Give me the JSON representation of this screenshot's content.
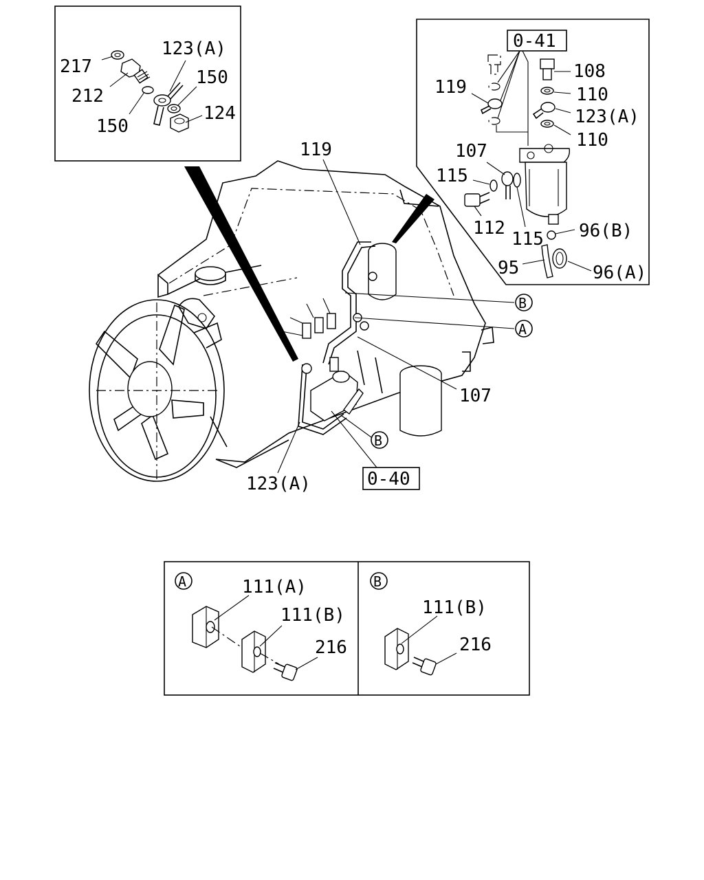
{
  "callouts": {
    "c217": "217",
    "c212": "212",
    "c123a_top": "123(A)",
    "c150_right": "150",
    "c150_left": "150",
    "c124": "124",
    "c119_main": "119",
    "c041": "0-41",
    "c108": "108",
    "c119_inset": "119",
    "c110_upper": "110",
    "c123a_inset": "123(A)",
    "c110_lower": "110",
    "c107_inset": "107",
    "c115_left": "115",
    "c112": "112",
    "c115_bottom": "115",
    "c96b": "96(B)",
    "c95": "95",
    "c96a": "96(A)",
    "c107_main": "107",
    "c123a_main": "123(A)",
    "c040": "0-40",
    "c111a_detail": "111(A)",
    "c111b_detail_a": "111(B)",
    "c216_detail_a": "216",
    "c111b_detail_b": "111(B)",
    "c216_detail_b": "216"
  },
  "markers": {
    "a": "A",
    "b": "B"
  }
}
